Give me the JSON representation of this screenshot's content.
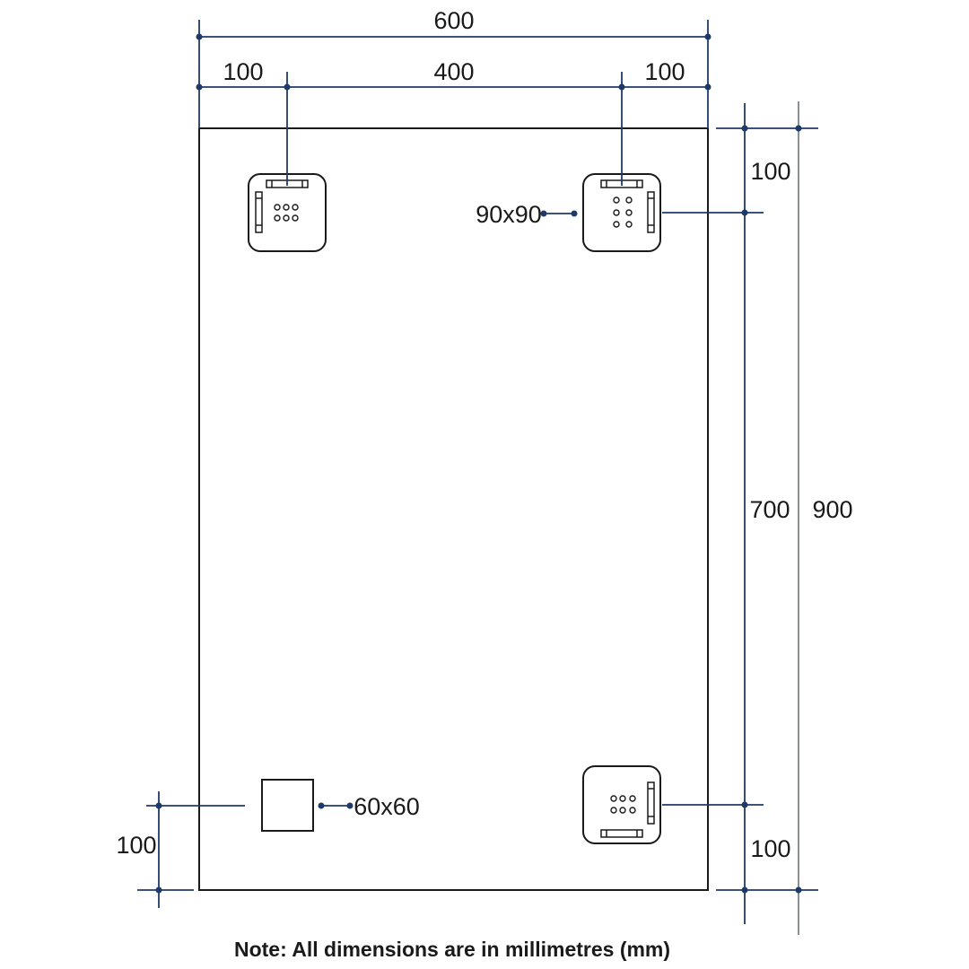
{
  "note": "Note: All dimensions are in millimetres (mm)",
  "dimensions": {
    "overall_width": "600",
    "top_left_offset": "100",
    "top_bracket_spacing": "400",
    "top_right_offset": "100",
    "right_top_offset": "100",
    "right_bracket_spacing": "700",
    "right_bottom_offset": "100",
    "overall_height": "900",
    "bottom_left_offset": "100"
  },
  "callouts": {
    "bracket_size": "90x90",
    "square_size": "60x60"
  },
  "colors": {
    "dimension_line": "#1f3a68",
    "overall_height_line": "#8a8e96",
    "drawing_line": "#1a1a1a",
    "text": "#1a1a1a"
  }
}
